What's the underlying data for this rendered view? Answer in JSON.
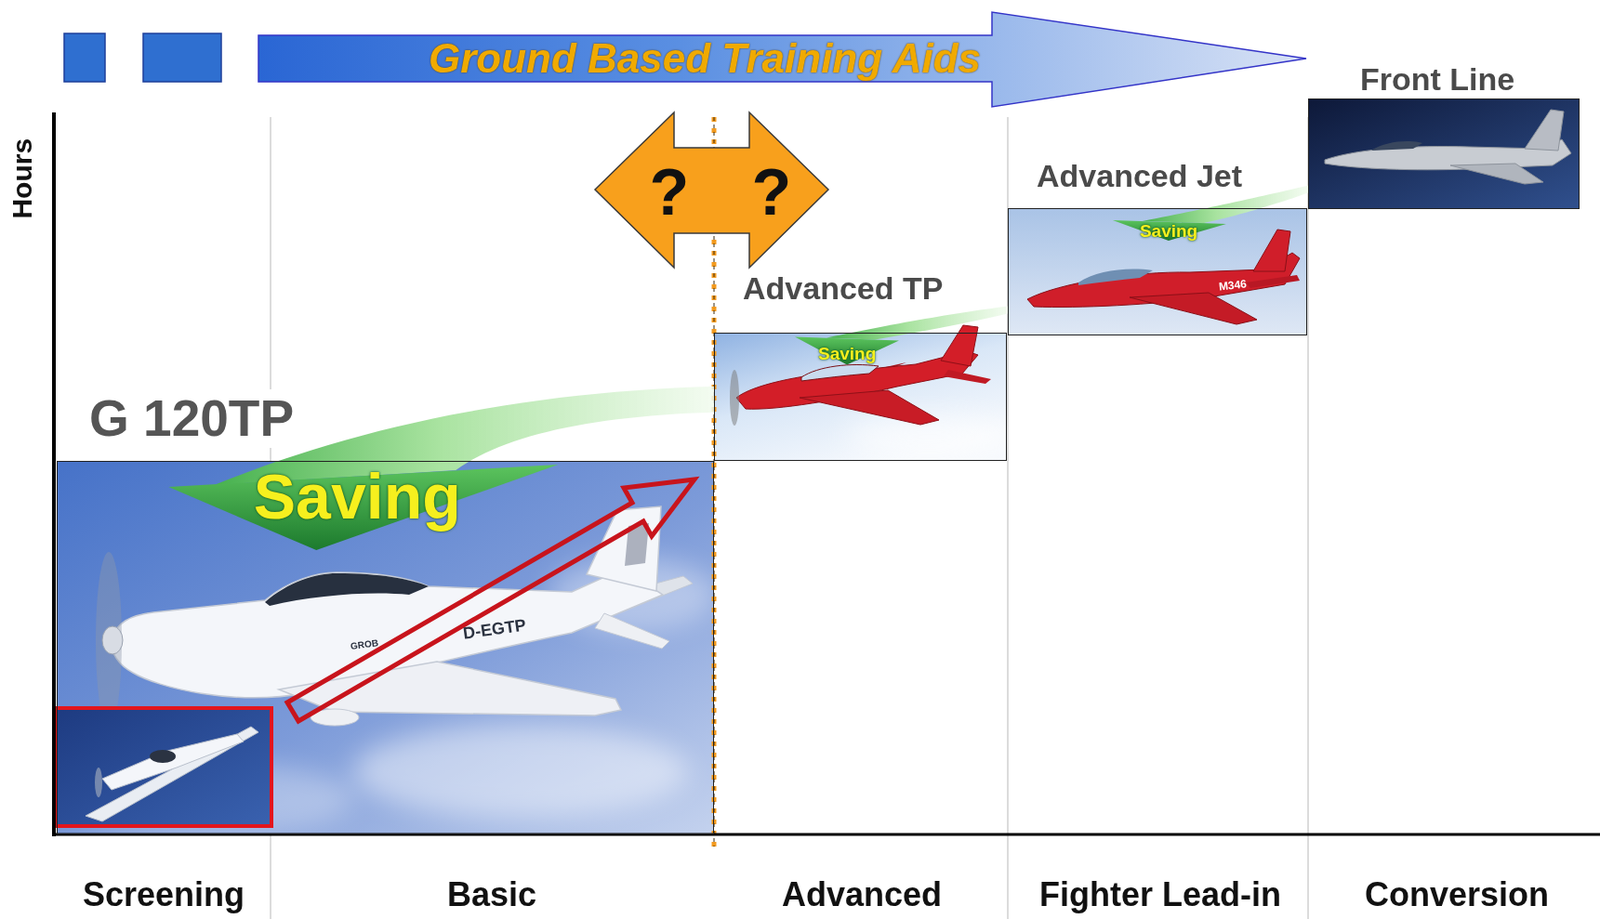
{
  "diagram": {
    "nodes": [
      {
        "text": [
          "Ground Based Training Aids"
        ]
      },
      {
        "text": [
          "?",
          "?"
        ]
      },
      {
        "text": [
          "G 120TP"
        ]
      },
      {
        "text": [
          "Advanced TP"
        ]
      },
      {
        "text": [
          "Advanced Jet"
        ]
      },
      {
        "text": [
          "Front Line"
        ]
      }
    ],
    "edges": [
      {
        "from": 5,
        "to": 4,
        "label": "Saving",
        "arrow": "to"
      },
      {
        "from": 4,
        "to": 3,
        "label": "Saving",
        "arrow": "to"
      },
      {
        "from": 3,
        "to": 2,
        "label": "Saving",
        "arrow": "to"
      }
    ],
    "labels": [
      "Hours",
      "Screening",
      "Basic",
      "Advanced",
      "Fighter Lead-in",
      "Conversion",
      "D-EGTP",
      "GROB",
      "M346"
    ]
  }
}
